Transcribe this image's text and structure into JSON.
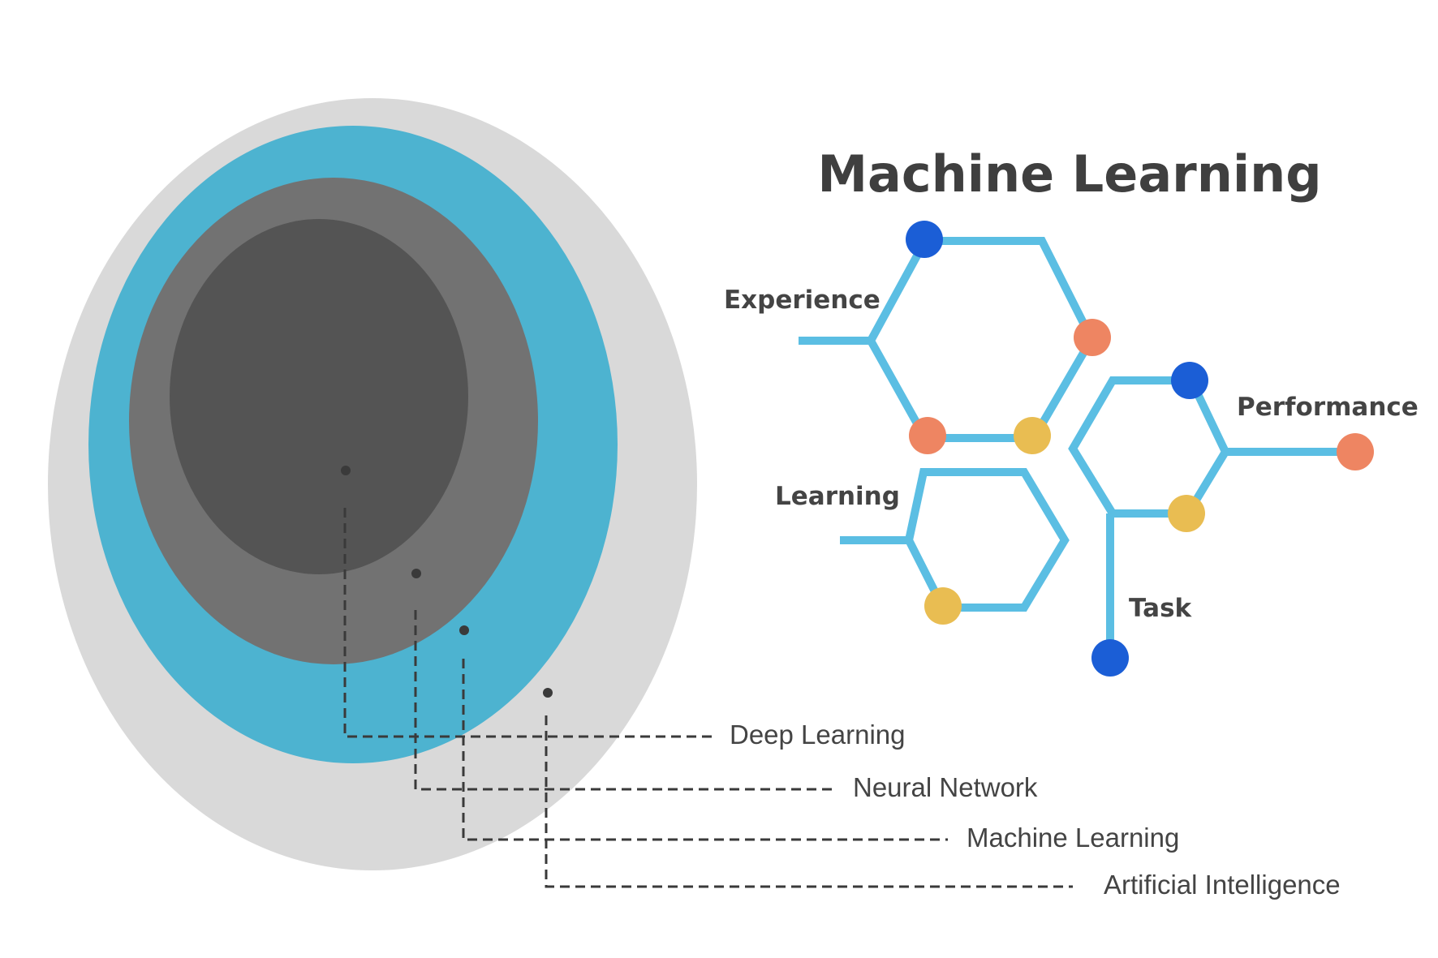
{
  "title": "Machine Learning",
  "colors": {
    "outer_ring": "#d9d9d9",
    "ring_blue": "#4db3d0",
    "ring_gray": "#727272",
    "core_dark": "#545454",
    "hex_line": "#5bbee3",
    "node_blue": "#1b5ed6",
    "node_orange": "#ee8562",
    "node_yellow": "#e9bd52",
    "text": "#444444",
    "leader": "#3a3a3a"
  },
  "nested_sets": {
    "legend": [
      {
        "id": "deep",
        "label": "Deep Learning"
      },
      {
        "id": "neural",
        "label": "Neural Network"
      },
      {
        "id": "ml",
        "label": "Machine Learning"
      },
      {
        "id": "ai",
        "label": "Artificial Intelligence"
      }
    ]
  },
  "network": {
    "labels": {
      "experience": "Experience",
      "learning": "Learning",
      "performance": "Performance",
      "task": "Task"
    },
    "nodes": [
      {
        "id": "n1",
        "color": "blue"
      },
      {
        "id": "n2",
        "color": "orange"
      },
      {
        "id": "n3",
        "color": "orange"
      },
      {
        "id": "n4",
        "color": "yellow"
      },
      {
        "id": "n5",
        "color": "blue"
      },
      {
        "id": "n6",
        "color": "orange"
      },
      {
        "id": "n7",
        "color": "yellow"
      },
      {
        "id": "n8",
        "color": "yellow"
      },
      {
        "id": "n9",
        "color": "blue"
      }
    ]
  }
}
